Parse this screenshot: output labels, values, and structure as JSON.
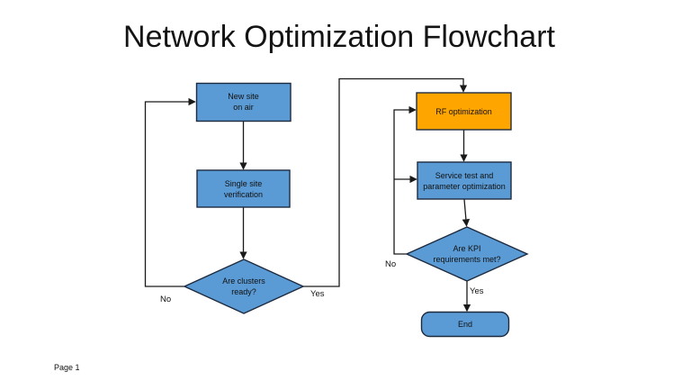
{
  "title": "Network Optimization Flowchart",
  "page_label": "Page 1",
  "colors": {
    "node_blue": "#5B9BD5",
    "node_orange": "#FFA500",
    "node_border": "#1d2b3f",
    "connector": "#1a1a1a",
    "text": "#111111"
  },
  "nodes": [
    {
      "id": "new-site",
      "type": "process",
      "label": "New site\non air"
    },
    {
      "id": "single-site",
      "type": "process",
      "label": "Single site\nverification"
    },
    {
      "id": "clusters-decision",
      "type": "decision",
      "label": "Are clusters\nready?"
    },
    {
      "id": "rf-optimization",
      "type": "process",
      "label": "RF optimization"
    },
    {
      "id": "service-test",
      "type": "process",
      "label": "Service test and\nparameter optimization"
    },
    {
      "id": "kpi-decision",
      "type": "decision",
      "label": "Are KPI\nrequirements met?"
    },
    {
      "id": "end",
      "type": "terminator",
      "label": "End"
    }
  ],
  "edges": [
    {
      "from": "new-site",
      "to": "single-site",
      "label": ""
    },
    {
      "from": "single-site",
      "to": "clusters-decision",
      "label": ""
    },
    {
      "from": "clusters-decision",
      "to": "new-site",
      "label": "No"
    },
    {
      "from": "clusters-decision",
      "to": "rf-optimization",
      "label": "Yes"
    },
    {
      "from": "rf-optimization",
      "to": "service-test",
      "label": ""
    },
    {
      "from": "service-test",
      "to": "kpi-decision",
      "label": ""
    },
    {
      "from": "kpi-decision",
      "to": "rf-optimization",
      "label": "No"
    },
    {
      "from": "kpi-decision",
      "to": "service-test",
      "label": ""
    },
    {
      "from": "kpi-decision",
      "to": "end",
      "label": "Yes"
    }
  ]
}
